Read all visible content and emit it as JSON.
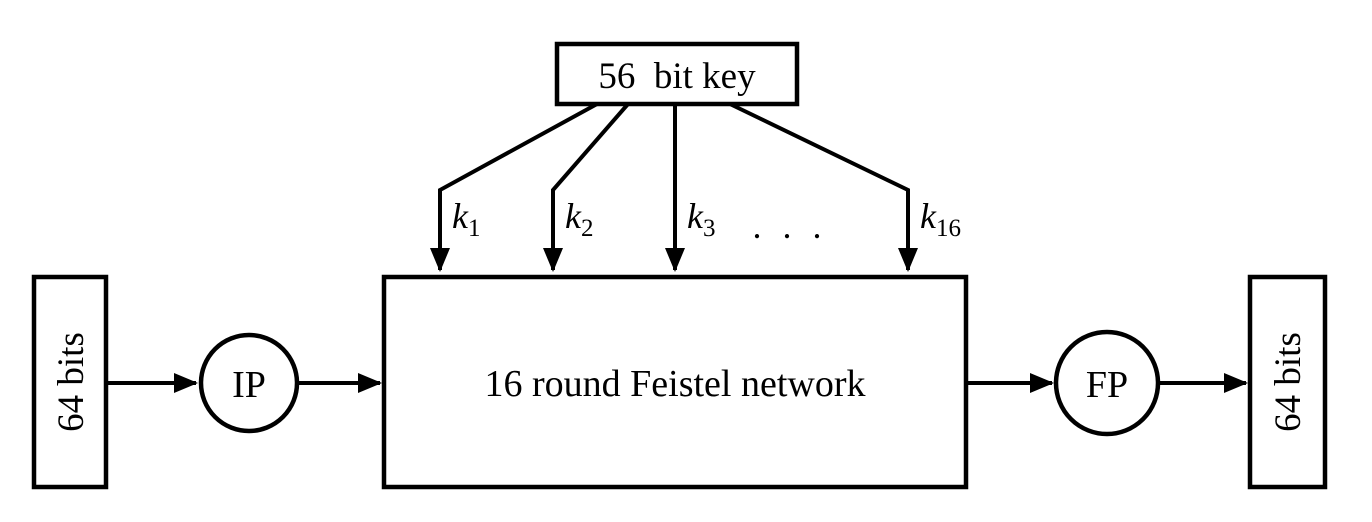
{
  "diagram": {
    "key_box": {
      "label": "56  bit key"
    },
    "input_box": {
      "label": "64 bits"
    },
    "ip_node": {
      "label": "IP"
    },
    "feistel_box": {
      "label": "16 round Feistel network"
    },
    "fp_node": {
      "label": "FP"
    },
    "output_box": {
      "label": "64 bits"
    },
    "ellipsis": ". . ."
  },
  "subkeys": [
    {
      "base": "k",
      "sub": "1"
    },
    {
      "base": "k",
      "sub": "2"
    },
    {
      "base": "k",
      "sub": "3"
    },
    {
      "base": "k",
      "sub": "16"
    }
  ],
  "colors": {
    "stroke": "#000000",
    "background": "#ffffff",
    "feistel_fill": "#e5e5e5"
  }
}
